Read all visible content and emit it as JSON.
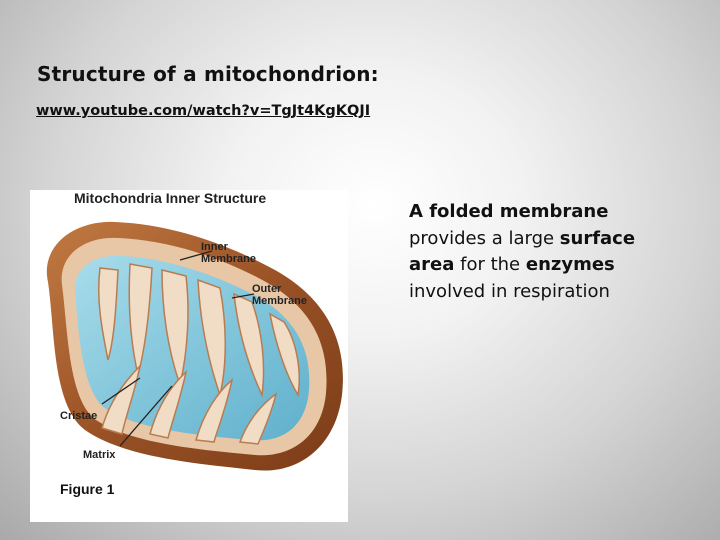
{
  "slide": {
    "title": "Structure of a mitochondrion:",
    "link": " www.youtube.com/watch?v=TgJt4KgKQJI"
  },
  "figure": {
    "heading": "Mitochondria Inner Structure",
    "labels": {
      "inner_1": "Inner",
      "inner_2": "Membrane",
      "outer_1": "Outer",
      "outer_2": "Membrane",
      "cristae": "Cristae",
      "matrix": "Matrix"
    },
    "caption": "Figure 1"
  },
  "description": {
    "p1": "A folded membrane",
    "p2": " provides a large ",
    "p3": "surface area",
    "p4": " for the ",
    "p5": "enzymes",
    "p6": " involved in respiration"
  },
  "colors": {
    "outer_membrane": "#a0562a",
    "matrix": "#7cc3d8",
    "intermembrane": "#e8c7a6"
  }
}
